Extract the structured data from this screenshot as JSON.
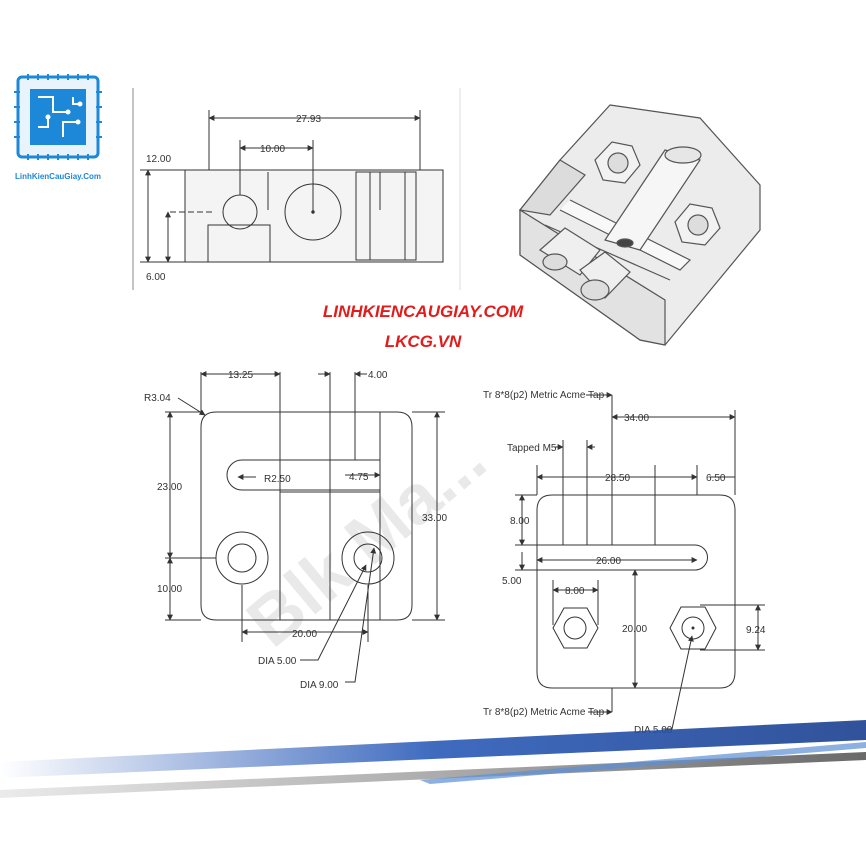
{
  "brand": {
    "logo_caption": "LinhKienCauGiay.Com",
    "line1": "LINHKIENCAUGIAY.COM",
    "line2": "LKCG.VN"
  },
  "watermark": "Blk Ma...",
  "top_view": {
    "overall_width": "27.93",
    "hole_spacing": "10.00",
    "height_top": "12.00",
    "height_bottom": "6.00"
  },
  "front_view": {
    "corner_radius": "R3.04",
    "left_offset": "13.25",
    "slot_width": "4.00",
    "slot_radius": "R2.50",
    "slot_offset": "4.75",
    "upper_height": "23.00",
    "total_height": "33.00",
    "lower_height": "10.00",
    "hole_spacing": "20.00",
    "hole_small": "DIA 5.00",
    "hole_large": "DIA 9.00"
  },
  "side_view": {
    "acme_tap_top": "Tr 8*8(p2) Metric Acme Tap",
    "overall_width": "34.00",
    "tapped": "Tapped M5",
    "inner_width": "28.50",
    "right_offset": "6.50",
    "upper_height": "8.00",
    "slot_length": "26.00",
    "slot_height": "5.00",
    "hex_offset": "8.00",
    "hex_spacing": "20.00",
    "hex_size": "9.24",
    "acme_tap_bottom": "Tr 8*8(p2) Metric Acme Tap",
    "hole_dia": "DIA 5.00"
  },
  "colors": {
    "brand_red": "#e21b1b",
    "logo_blue": "#1e88d8",
    "band_dark": "#1a3f8f",
    "band_light": "#5b8fd6"
  }
}
